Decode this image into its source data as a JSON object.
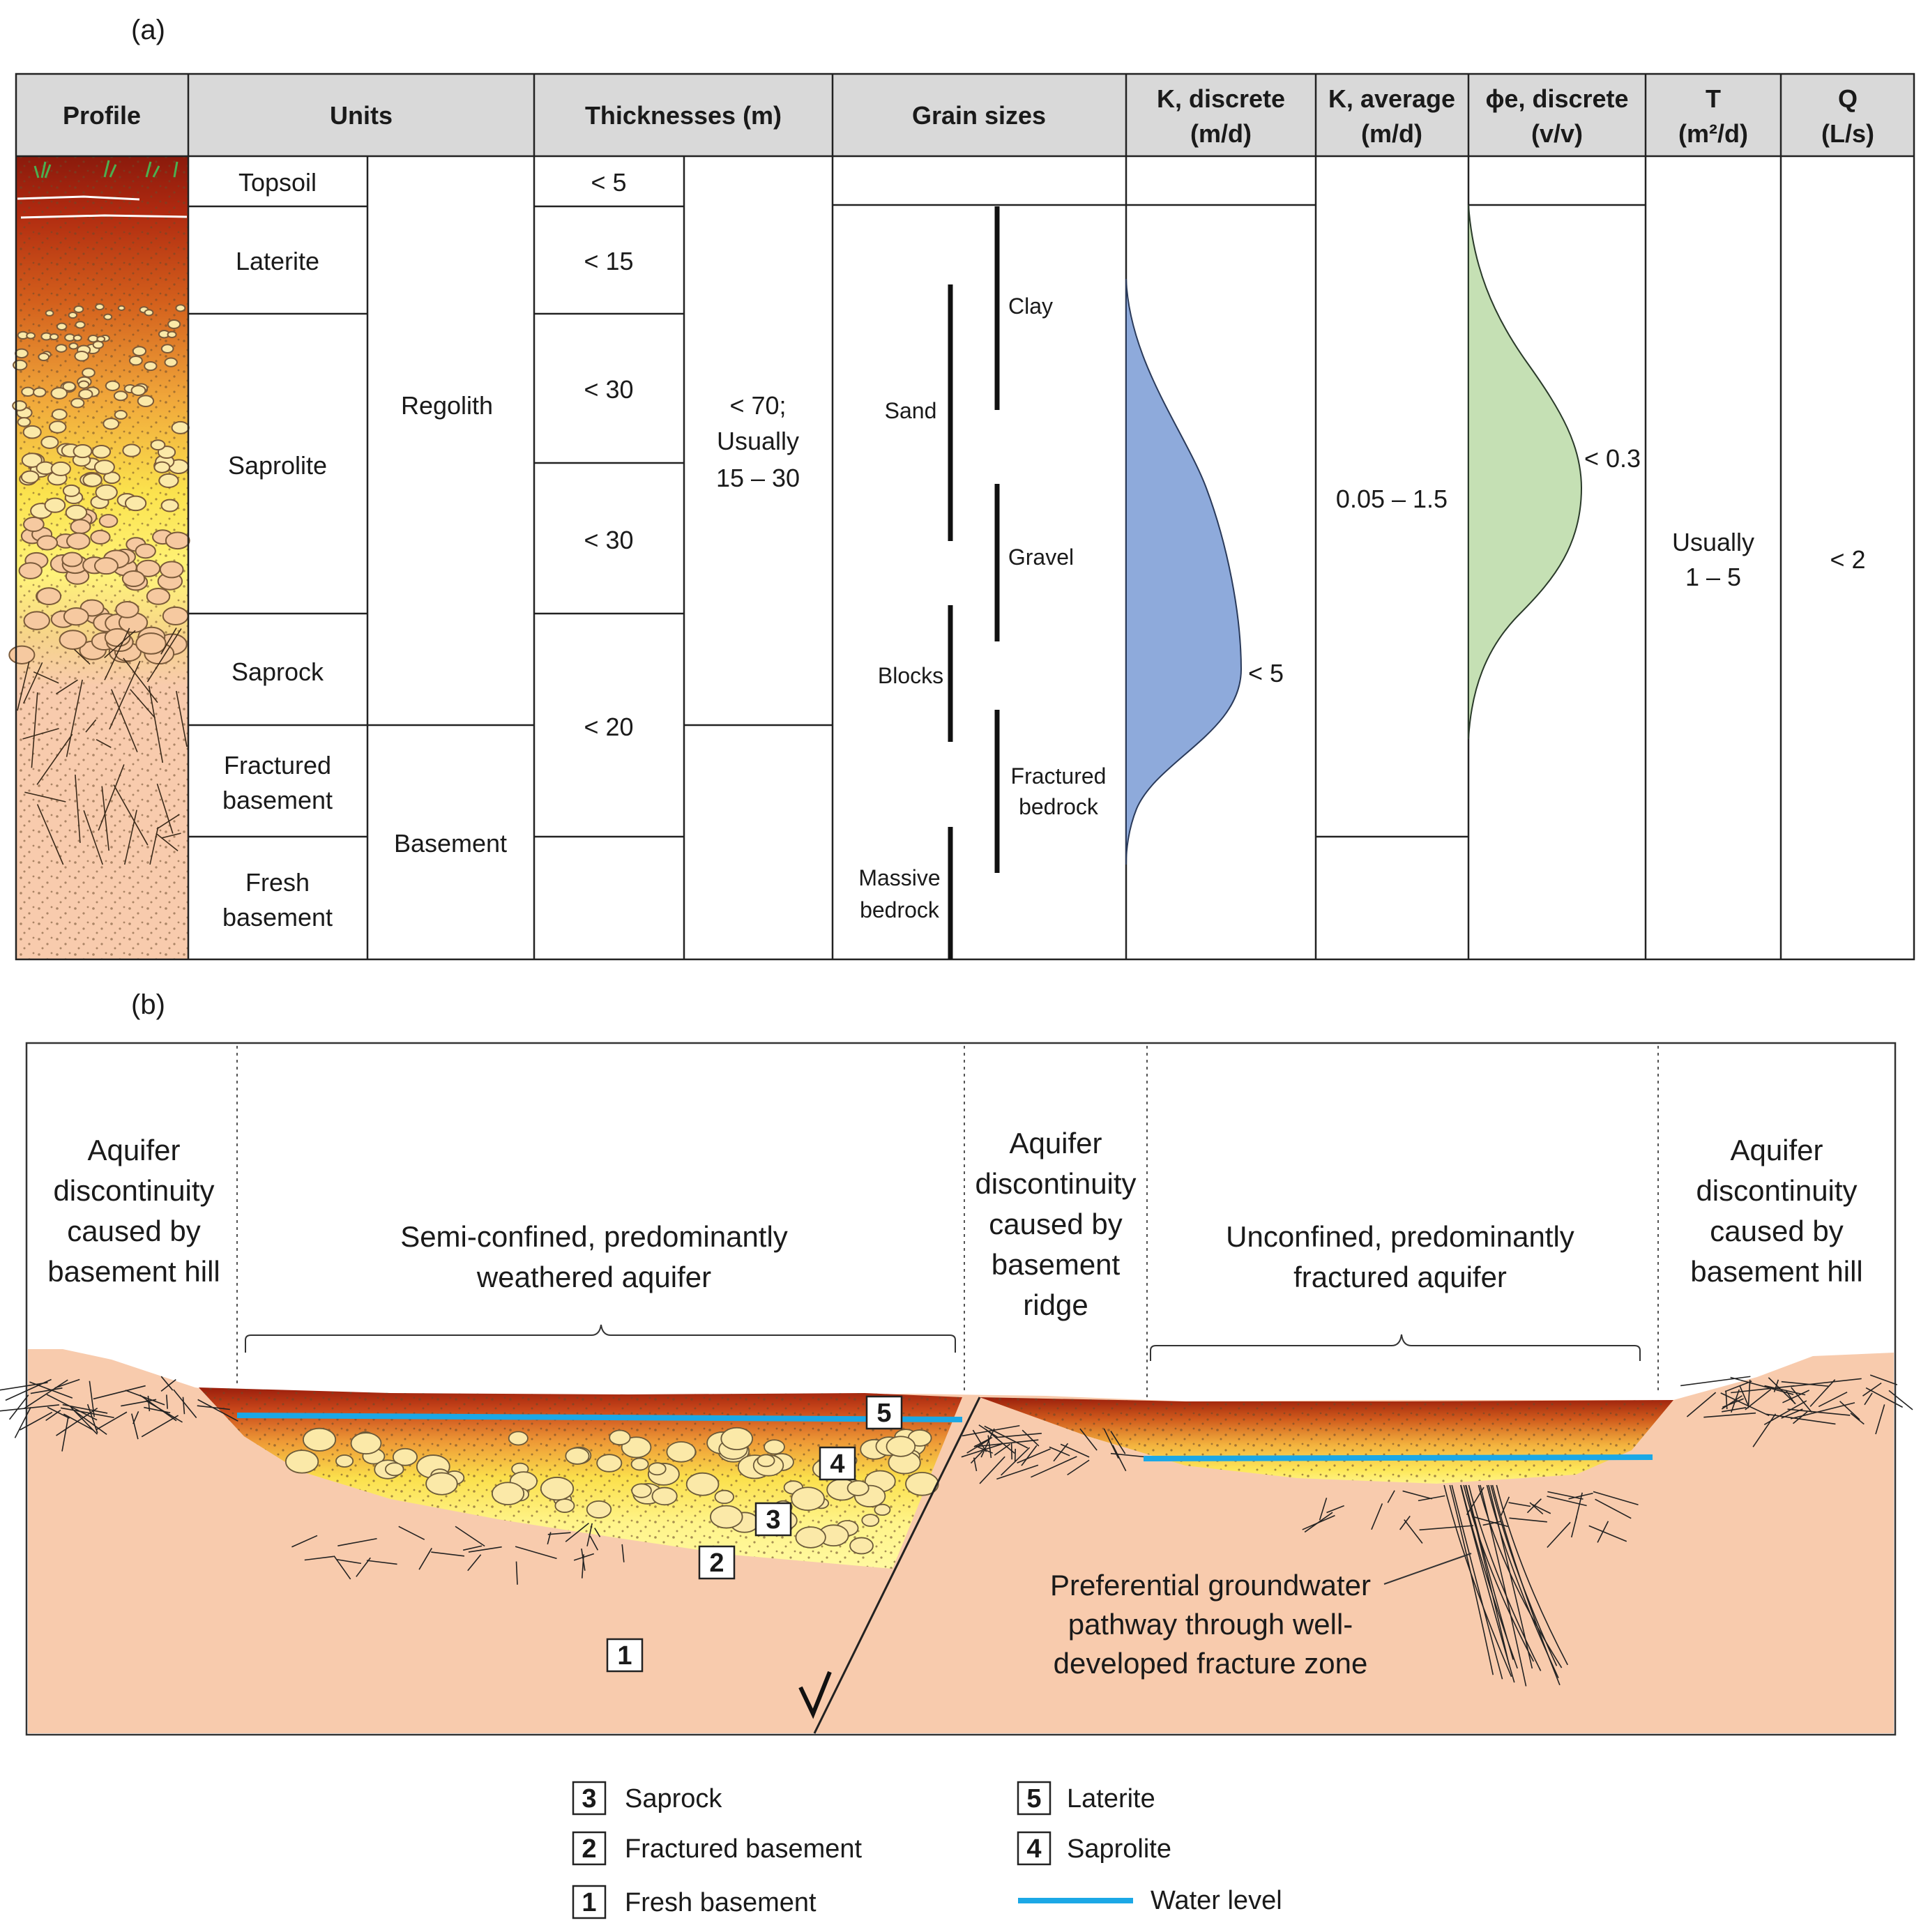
{
  "panel_a": {
    "label": "(a)",
    "headers": {
      "profile": "Profile",
      "units": "Units",
      "thickness": "Thicknesses (m)",
      "grain": "Grain sizes",
      "k_discrete": [
        "K, discrete",
        "(m/d)"
      ],
      "k_average": [
        "K, average",
        "(m/d)"
      ],
      "phi": [
        "ϕe, discrete",
        "(v/v)"
      ],
      "t": [
        "T",
        "(m²/d)"
      ],
      "q": [
        "Q",
        "(L/s)"
      ]
    },
    "units": {
      "topsoil": "Topsoil",
      "laterite": "Laterite",
      "saprolite": "Saprolite",
      "saprock": "Saprock",
      "fractured_basement": [
        "Fractured",
        "basement"
      ],
      "fresh_basement": [
        "Fresh",
        "basement"
      ],
      "regolith": "Regolith",
      "basement": "Basement"
    },
    "thickness": {
      "topsoil": "< 5",
      "laterite": "< 15",
      "saprolite_upper": "< 30",
      "saprolite_lower": "< 30",
      "saprock_fractured": "< 20",
      "regolith_total": [
        "< 70;",
        "Usually",
        "15 – 30"
      ]
    },
    "grain": {
      "clay": "Clay",
      "sand": "Sand",
      "gravel": "Gravel",
      "blocks": "Blocks",
      "fractured_bedrock": [
        "Fractured",
        "bedrock"
      ],
      "massive_bedrock": [
        "Massive",
        "bedrock"
      ]
    },
    "k_discrete_value": "< 5",
    "k_average_value": "0.05 – 1.5",
    "phi_value": "< 0.3",
    "t_value": [
      "Usually",
      "1 – 5"
    ],
    "q_value": "< 2",
    "colors": {
      "k_curve": "#8eaadb",
      "phi_curve": "#c5e0b4",
      "header_bg": "#d9d9d9",
      "basement": "#f8cbad"
    }
  },
  "panel_b": {
    "label": "(b)",
    "zones": {
      "left_hill": [
        "Aquifer",
        "discontinuity",
        "caused by",
        "basement hill"
      ],
      "weathered": [
        "Semi-confined, predominantly",
        "weathered aquifer"
      ],
      "ridge": [
        "Aquifer",
        "discontinuity",
        "caused by",
        "basement",
        "ridge"
      ],
      "fractured": [
        "Unconfined, predominantly",
        "fractured aquifer"
      ],
      "right_hill": [
        "Aquifer",
        "discontinuity",
        "caused by",
        "basement hill"
      ]
    },
    "pathway_label": [
      "Preferential groundwater",
      "pathway through well-",
      "developed fracture zone"
    ],
    "markers": [
      "5",
      "4",
      "3",
      "2",
      "1"
    ],
    "colors": {
      "water": "#1ba8e6",
      "basement": "#f8cbad"
    }
  },
  "legend": {
    "items": [
      {
        "num": "3",
        "label": "Saprock"
      },
      {
        "num": "2",
        "label": "Fractured basement"
      },
      {
        "num": "1",
        "label": "Fresh basement"
      },
      {
        "num": "5",
        "label": "Laterite"
      },
      {
        "num": "4",
        "label": "Saprolite"
      }
    ],
    "water_level": "Water level"
  }
}
